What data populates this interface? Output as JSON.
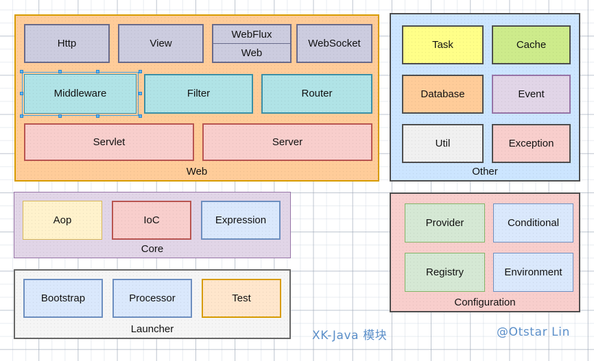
{
  "diagram": {
    "title_watermark": "XK-Java 模块",
    "author_watermark": "@Otstar Lin"
  },
  "panels": {
    "web": {
      "title": "Web",
      "fill": "#ffcc99",
      "stroke": "#d79b00",
      "nodes": {
        "http": "Http",
        "view": "View",
        "webflux": "WebFlux",
        "web": "Web",
        "websocket": "WebSocket",
        "middleware": "Middleware",
        "filter": "Filter",
        "router": "Router",
        "servlet": "Servlet",
        "server": "Server"
      }
    },
    "other": {
      "title": "Other",
      "fill": "#cce5ff",
      "stroke": "#4d4d4d",
      "nodes": {
        "task": "Task",
        "cache": "Cache",
        "database": "Database",
        "event": "Event",
        "util": "Util",
        "exception": "Exception"
      }
    },
    "core": {
      "title": "Core",
      "fill": "#e1d5e7",
      "stroke": "#9673a6",
      "nodes": {
        "aop": "Aop",
        "ioc": "IoC",
        "expression": "Expression"
      }
    },
    "launcher": {
      "title": "Launcher",
      "fill": "#f5f5f5",
      "stroke": "#666666",
      "nodes": {
        "bootstrap": "Bootstrap",
        "processor": "Processor",
        "test": "Test"
      }
    },
    "configuration": {
      "title": "Configuration",
      "fill": "#f8cecc",
      "stroke": "#4d4d4d",
      "nodes": {
        "provider": "Provider",
        "conditional": "Conditional",
        "registry": "Registry",
        "environment": "Environment"
      }
    }
  }
}
